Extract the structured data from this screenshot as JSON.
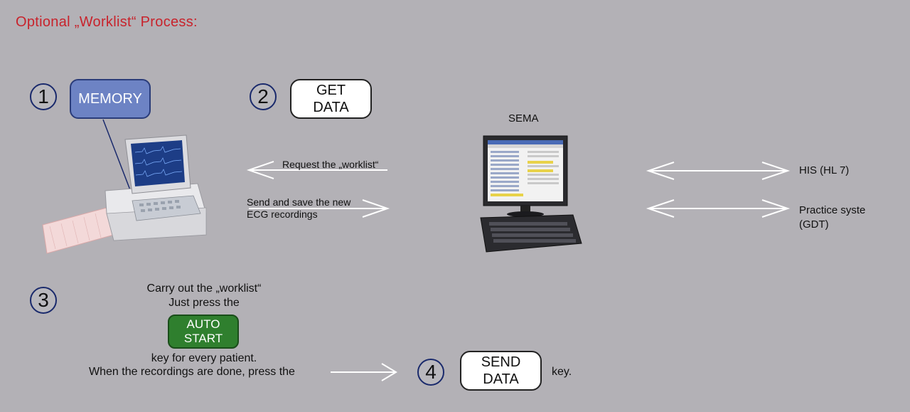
{
  "title": "Optional „Worklist“ Process:",
  "steps": [
    {
      "number": "1",
      "key_label": "MEMORY"
    },
    {
      "number": "2",
      "key_label_line1": "GET",
      "key_label_line2": "DATA"
    },
    {
      "number": "3",
      "key_label_line1": "AUTO",
      "key_label_line2": "START"
    },
    {
      "number": "4",
      "key_label_line1": "SEND",
      "key_label_line2": "DATA"
    }
  ],
  "sema_label": "SEMA",
  "arrows": {
    "request": "Request the „worklist“",
    "send_line1": "Send and save the new",
    "send_line2": "ECG recordings"
  },
  "systems": {
    "his": "HIS (HL 7)",
    "practice_line1": "Practice syste",
    "practice_line2": "(GDT)"
  },
  "step3_text": {
    "line1": "Carry out the „worklist“",
    "line2": "Just press the",
    "line3": "key for every patient.",
    "line4": "When the recordings are done, press the"
  },
  "step4_suffix": "key.",
  "colors": {
    "background": "#b3b1b6",
    "title": "#c8232c",
    "circle_border": "#1a2a6c",
    "memory_key": "#6d83c4",
    "auto_start_key": "#2f7f2e"
  }
}
